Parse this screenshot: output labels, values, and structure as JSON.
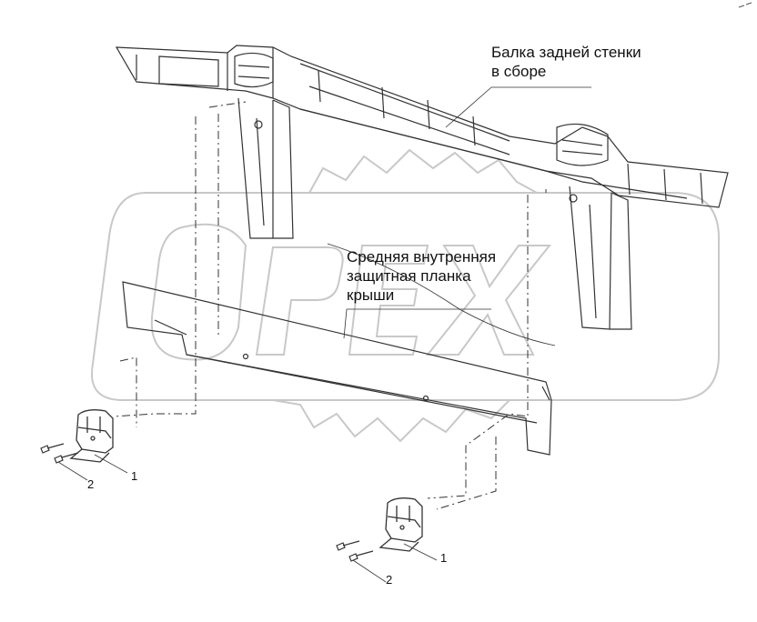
{
  "labels": {
    "beam": "Балка задней стенки\nв сборе",
    "strip": "Средняя внутренняя\nзащитная планка\nкрыши"
  },
  "callouts": {
    "left_bracket": "1",
    "left_bolt": "2",
    "right_bracket": "1",
    "right_bolt": "2"
  },
  "watermark": {
    "text": "OPEX",
    "color": "#bdbdbd"
  },
  "colors": {
    "line": "#333333",
    "watermark": "#c8c8c8"
  }
}
